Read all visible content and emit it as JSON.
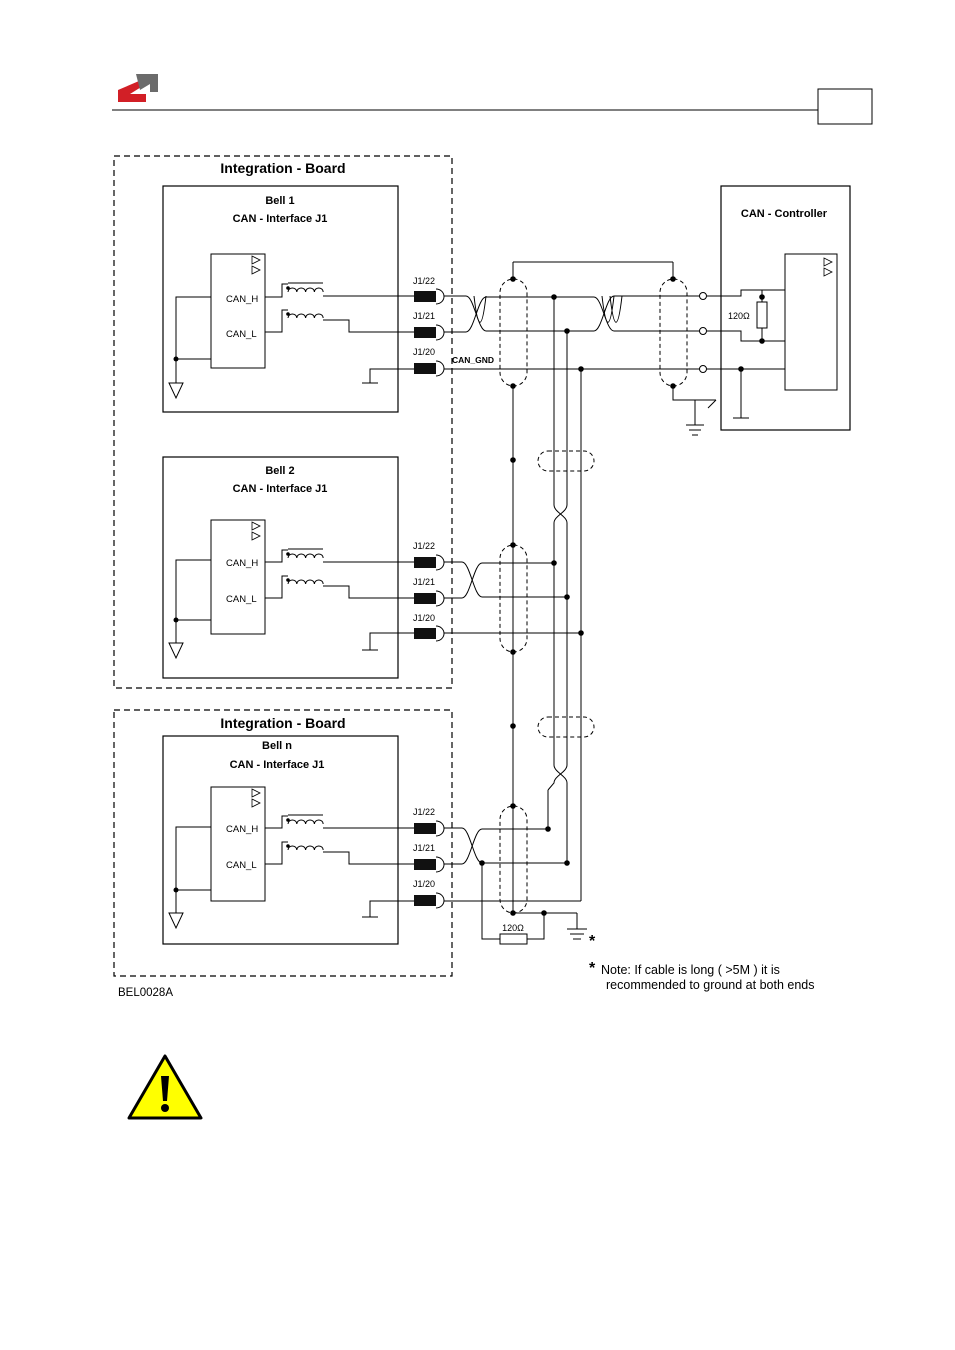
{
  "header": {
    "logo_colors": {
      "red": "#d21f26",
      "gray": "#6b6b6b"
    },
    "page_box_label": ""
  },
  "diagram": {
    "boards": [
      {
        "title": "Integration - Board"
      },
      {
        "title": "Integration - Board"
      }
    ],
    "bells": [
      {
        "name": "Bell 1",
        "interface": "CAN -  Interface J1"
      },
      {
        "name": "Bell 2",
        "interface": "CAN -  Interface J1"
      },
      {
        "name": "Bell n",
        "interface": "CAN -  Interface J1"
      }
    ],
    "signals": {
      "can_h": "CAN_H",
      "can_l": "CAN_L",
      "can_gnd": "CAN_GND"
    },
    "pins": {
      "p22": "J1/22",
      "p21": "J1/21",
      "p20": "J1/20"
    },
    "controller": {
      "title": "CAN -  Controller",
      "resistor": "120Ω"
    },
    "end_resistor": "120Ω",
    "ground_marker": "*",
    "note": {
      "star": "*",
      "line1": "Note: If cable is long ( >5M ) it is",
      "line2": "recommended to ground at both ends"
    },
    "figure_id": "BEL0028A"
  },
  "warning": {
    "icon": "warning-triangle-icon",
    "color": "#ffff00"
  }
}
